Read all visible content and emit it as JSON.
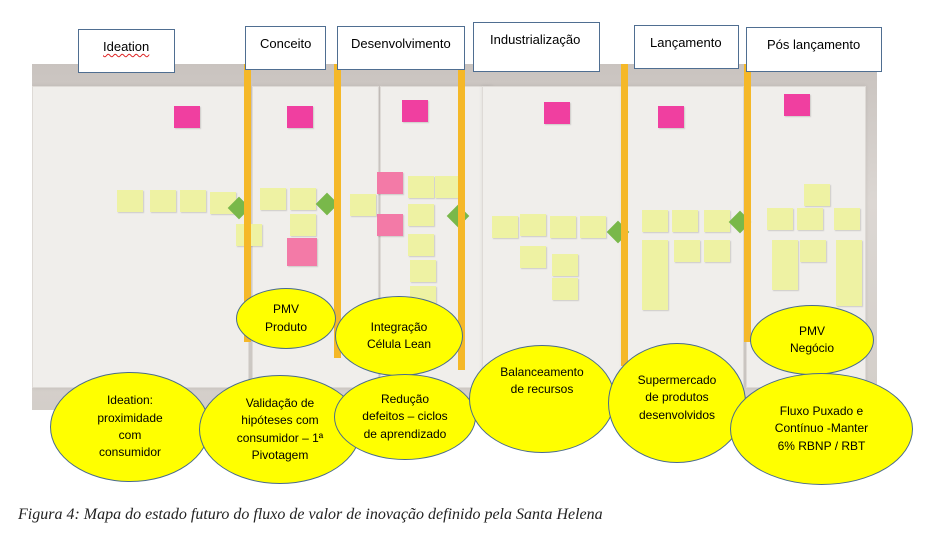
{
  "phases": [
    "Ideation",
    "Conceito",
    "Desenvolvimento",
    "Industrialização",
    "Lançamento",
    "Pós lançamento"
  ],
  "ellipses": {
    "pmv_produto": "PMV\nProduto",
    "integracao": "Integração\nCélula Lean",
    "pmv_negocio": "PMV\nNegócio",
    "ideation_prox": "Ideation:\nproximidade\ncom\nconsumidor",
    "validacao": "Validação de\nhipóteses com\nconsumidor – 1ª\nPivotagem",
    "reducao": "Redução\ndefeitos – ciclos\nde aprendizado",
    "balanceamento": "Balanceamento\nde recursos",
    "supermercado": "Supermercado\nde produtos\ndesenvolvidos",
    "fluxo": "Fluxo Puxado e\nContínuo -Manter\n6% RBNP / RBT"
  },
  "caption": "Figura 4: Mapa do estado futuro do fluxo de valor de inovação definido pela Santa Helena",
  "colors": {
    "ellipse_fill": "#ffff00",
    "ellipse_border": "#4a6c8c",
    "phase_line": "#f5b828",
    "header_border": "#4f6e91"
  }
}
